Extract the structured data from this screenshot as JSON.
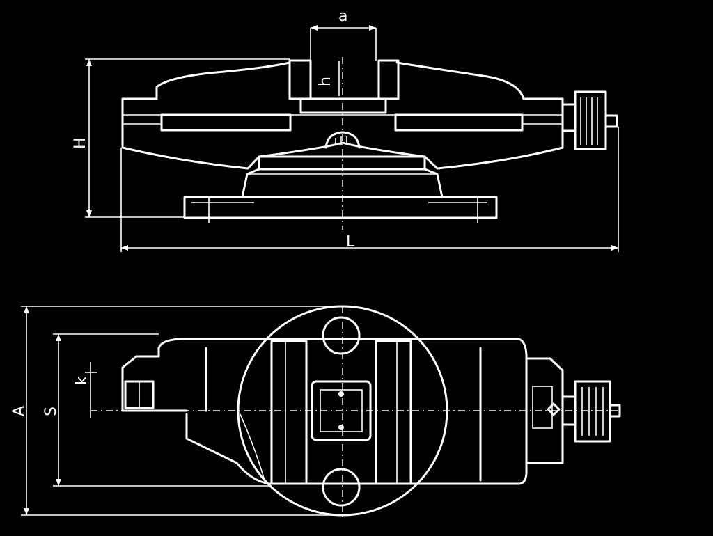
{
  "title": "",
  "views": {
    "side_view": {
      "dimensions": {
        "jaw_width": "a",
        "jaw_height": "h",
        "total_height": "H",
        "total_length": "L"
      }
    },
    "top_view": {
      "dimensions": {
        "offset": "k",
        "overall_width": "A",
        "span": "S"
      }
    }
  }
}
